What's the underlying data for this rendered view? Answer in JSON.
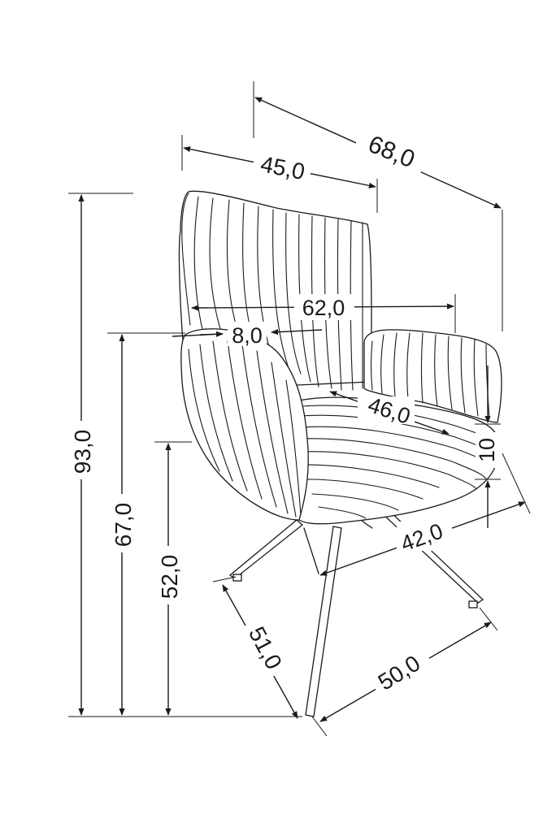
{
  "diagram": {
    "type": "dimension-drawing",
    "subject": "armchair",
    "colors": {
      "line": "#1a1a1a",
      "background": "#ffffff"
    },
    "dimensions": {
      "depth_overall": "68,0",
      "backrest_width": "45,0",
      "height_overall": "93,0",
      "armrest_height": "67,0",
      "seat_height": "52,0",
      "width_overall": "62,0",
      "armrest_width": "8,0",
      "seat_width": "46,0",
      "seat_thickness": "10",
      "seat_depth": "42,0",
      "base_depth": "51,0",
      "base_width": "50,0"
    }
  }
}
